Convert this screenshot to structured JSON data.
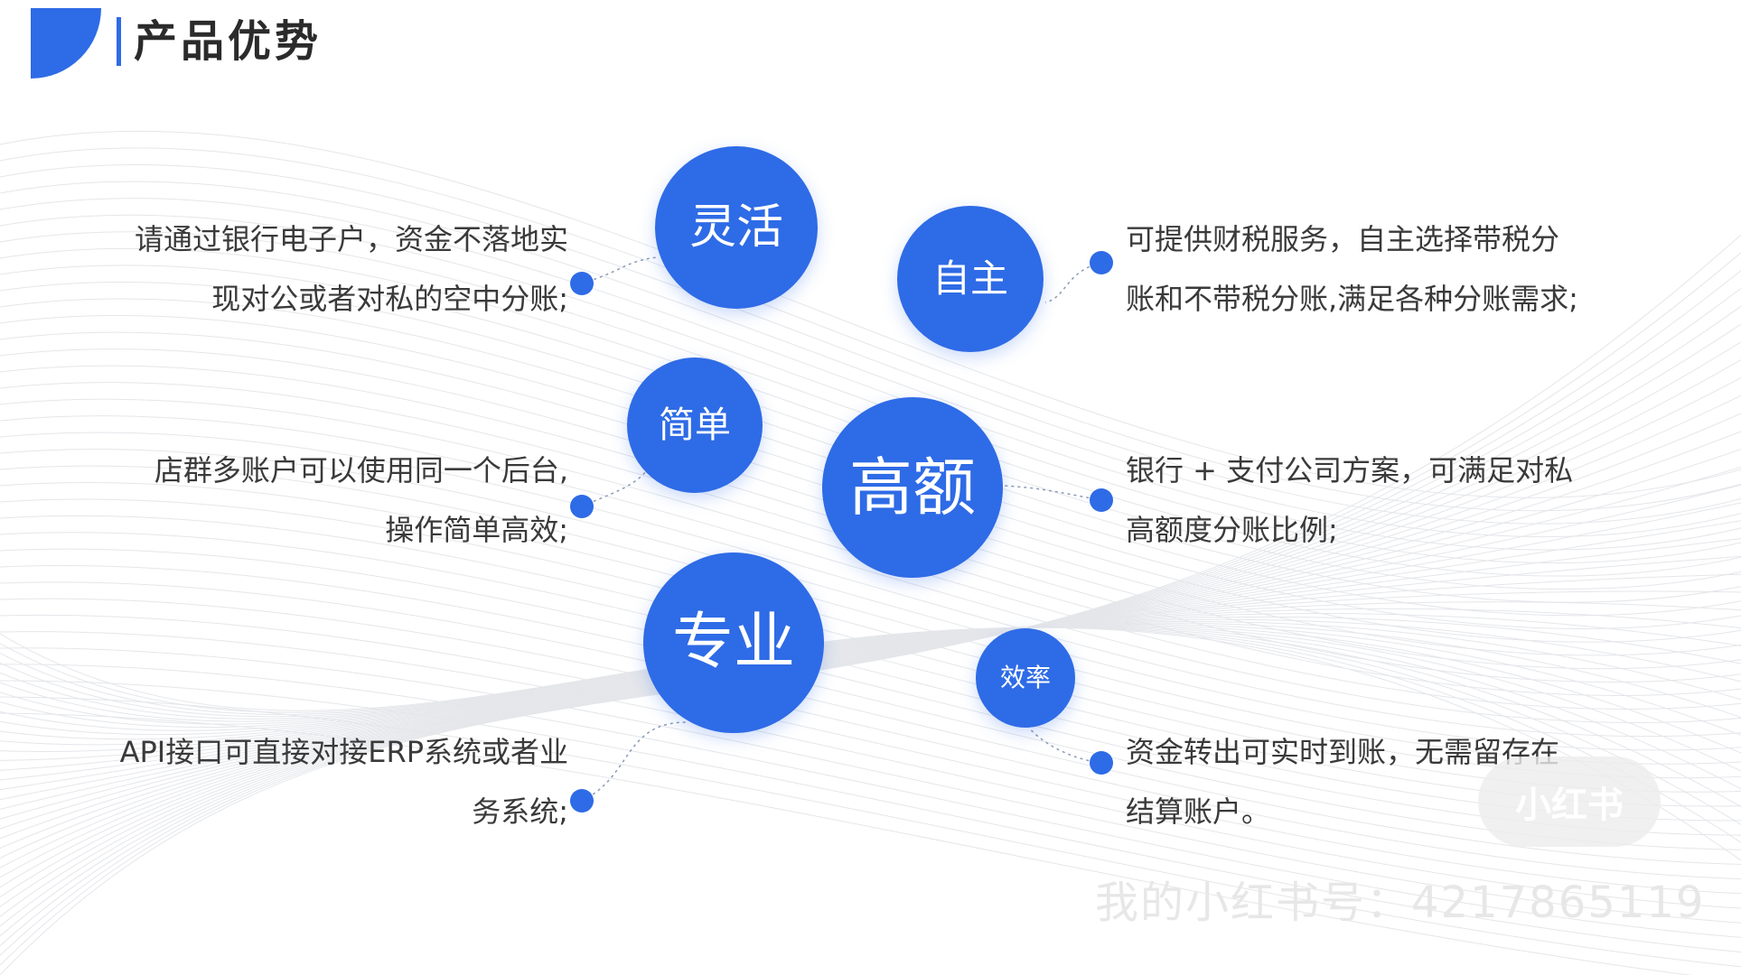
{
  "slide": {
    "title": "产品优势"
  },
  "features": [
    {
      "key": "flexible",
      "label": "灵活",
      "lines": [
        "请通过银行电子户，资金不落地实",
        "现对公或者对私的空中分账;"
      ]
    },
    {
      "key": "autonomous",
      "label": "自主",
      "lines": [
        "可提供财税服务，自主选择带税分",
        "账和不带税分账,满足各种分账需求;"
      ]
    },
    {
      "key": "simple",
      "label": "简单",
      "lines": [
        "店群多账户可以使用同一个后台,",
        "操作简单高效;"
      ]
    },
    {
      "key": "high-limit",
      "label": "高额",
      "lines": [
        "银行 + 支付公司方案，可满足对私",
        "高额度分账比例;"
      ]
    },
    {
      "key": "professional",
      "label": "专业",
      "lines": [
        "API接口可直接对接ERP系统或者业",
        "务系统;"
      ]
    },
    {
      "key": "efficiency",
      "label": "效率",
      "lines": [
        "资金转出可实时到账，无需留存在",
        "结算账户。"
      ],
      "first_line_partially_obscured": true
    }
  ],
  "watermark": {
    "text": "我的小红书号：4217865119",
    "logo_text": "小红书"
  },
  "colors": {
    "accent": "#2e6be6",
    "text": "#3a3a3a",
    "title": "#2b2b2b",
    "connector": "#8a9bb5"
  }
}
